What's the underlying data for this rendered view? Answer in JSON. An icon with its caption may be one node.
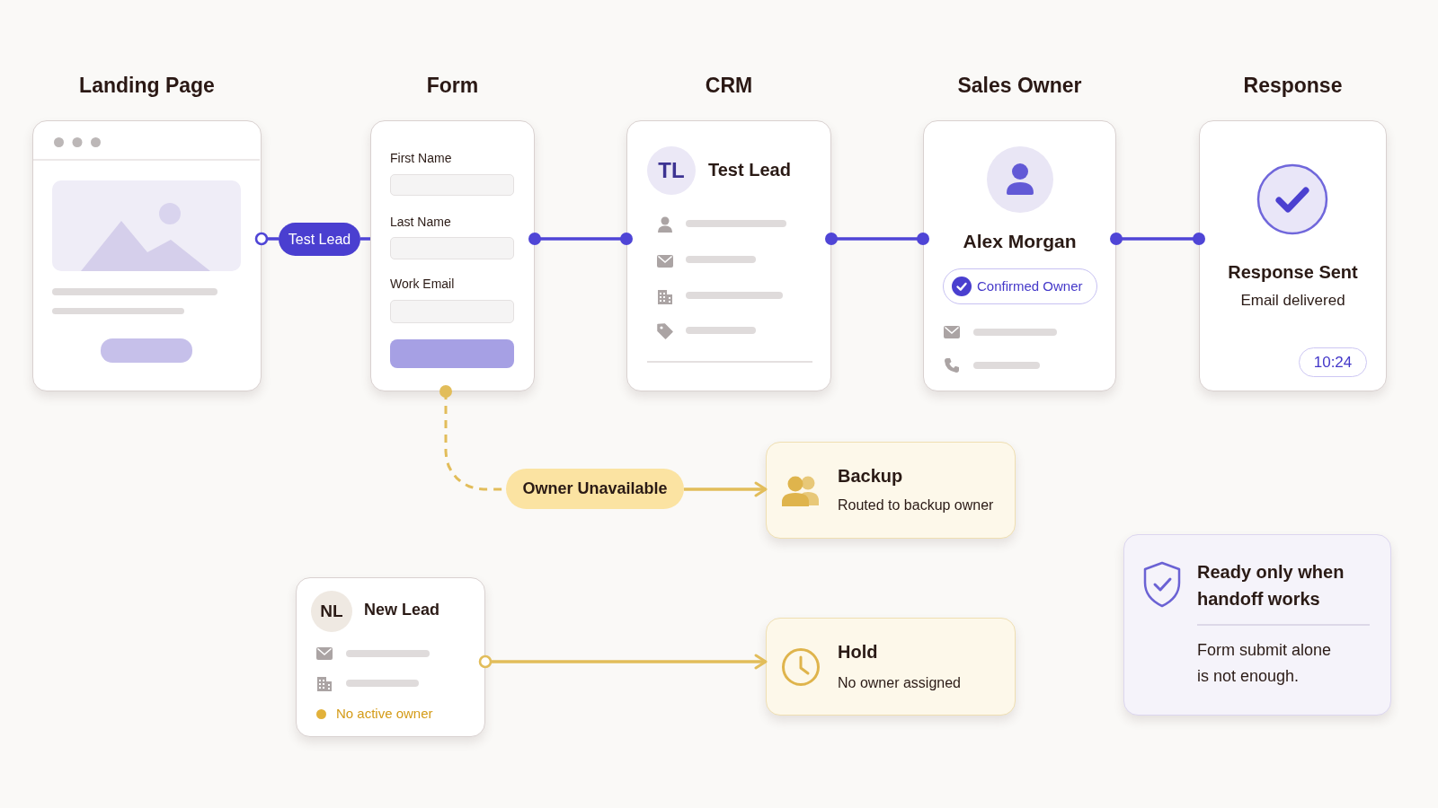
{
  "diagram": {
    "nodes": [
      {
        "text": [
          "Landing Page"
        ]
      },
      {
        "text": [
          "Test Lead"
        ]
      },
      {
        "text": [
          "Form",
          "First Name",
          "Last Name",
          "Work Email"
        ]
      },
      {
        "text": [
          "CRM",
          "Test Lead"
        ]
      },
      {
        "text": [
          "TL"
        ],
        "in": 3
      },
      {
        "text": [
          "Sales Owner",
          "Alex Morgan"
        ]
      },
      {
        "text": [
          "Confirmed Owner"
        ],
        "in": 5
      },
      {
        "text": [
          "Response",
          "Response Sent",
          "Email delivered"
        ]
      },
      {
        "text": [
          "10:24"
        ],
        "in": 7
      },
      {
        "text": [
          "Owner Unavailable"
        ]
      },
      {
        "text": [
          "Backup",
          "Routed to backup owner"
        ]
      },
      {
        "text": [
          "New Lead",
          "No active owner"
        ]
      },
      {
        "text": [
          "NL"
        ],
        "in": 11
      },
      {
        "text": [
          "Hold",
          "No owner assigned"
        ]
      },
      {
        "text": [
          "Ready only when handoff works",
          "Form submit alone is not enough."
        ]
      }
    ],
    "edges": [
      {
        "from": 0,
        "to": 1,
        "arrow": "other"
      },
      {
        "from": 1,
        "to": 2,
        "arrow": "none"
      },
      {
        "from": 2,
        "to": 3,
        "arrow": "other"
      },
      {
        "from": 3,
        "to": 5,
        "arrow": "other"
      },
      {
        "from": 5,
        "to": 7,
        "arrow": "other"
      },
      {
        "from": 2,
        "to": 9,
        "arrow": "other",
        "style": "dashed",
        "color": "#e2bd5a"
      },
      {
        "from": 9,
        "to": 10,
        "arrow": "to",
        "color": "#e2bd5a"
      },
      {
        "from": 11,
        "to": 13,
        "arrow": "to",
        "color": "#e2bd5a"
      }
    ]
  }
}
